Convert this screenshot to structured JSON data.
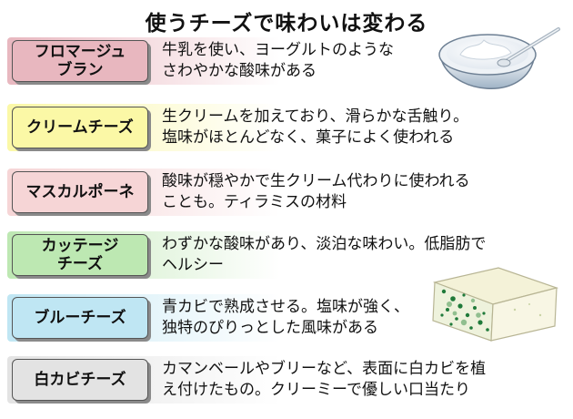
{
  "title": "使うチーズで味わいは変わる",
  "colors": {
    "fromage": "#e8b7bf",
    "cream": "#fbf8a6",
    "mascarpone": "#f6d5d6",
    "cottage": "#bde8b2",
    "blue": "#bfe6f3",
    "white": "#e3e3e3"
  },
  "cheeses": [
    {
      "name": "フロマージュ\nブラン",
      "description": "牛乳を使い、ヨーグルトのような\nさわやかな酸味がある"
    },
    {
      "name": "クリームチーズ",
      "description": "生クリームを加えており、滑らかな舌触り。\n塩味がほとんどなく、菓子によく使われる"
    },
    {
      "name": "マスカルポーネ",
      "description": "酸味が穏やかで生クリーム代わりに使われる\nことも。ティラミスの材料"
    },
    {
      "name": "カッテージ\nチーズ",
      "description": "わずかな酸味があり、淡泊な味わい。低脂肪で\nヘルシー"
    },
    {
      "name": "ブルーチーズ",
      "description": "青カビで熟成させる。塩味が強く、\n独特のぴりっとした風味がある"
    },
    {
      "name": "白カビチーズ",
      "description": "カマンベールやブリーなど、表面に白カビを植\nえ付けたもの。クリーミーで優しい口当たり"
    }
  ],
  "illustrations": [
    "yogurt-bowl-icon",
    "blue-cheese-icon"
  ]
}
